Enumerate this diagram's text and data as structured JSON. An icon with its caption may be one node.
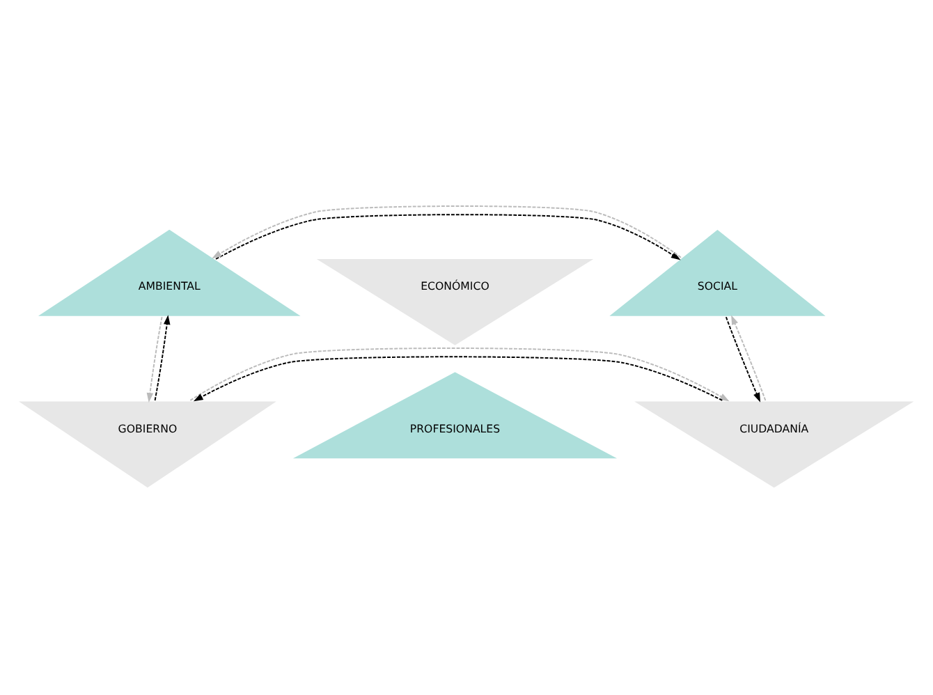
{
  "diagram": {
    "nodes": [
      {
        "text": [
          "ECONÓMICO"
        ]
      },
      {
        "text": [
          "AMBIENTAL"
        ]
      },
      {
        "text": [
          "SOCIAL"
        ]
      },
      {
        "text": [
          "GOBIERNO"
        ]
      },
      {
        "text": [
          "CIUDADANÍA"
        ]
      },
      {
        "text": [
          "PROFESIONALES"
        ]
      }
    ],
    "edges": [
      {
        "from": 1,
        "to": 2,
        "arrow": "to",
        "style": "dashed"
      },
      {
        "from": 2,
        "to": 1,
        "arrow": "to",
        "style": "dashed",
        "color": "#bbbbbb"
      },
      {
        "from": 2,
        "to": 4,
        "arrow": "to",
        "style": "dashed"
      },
      {
        "from": 4,
        "to": 2,
        "arrow": "to",
        "style": "dashed",
        "color": "#bbbbbb"
      },
      {
        "from": 4,
        "to": 3,
        "arrow": "to",
        "style": "dashed"
      },
      {
        "from": 3,
        "to": 4,
        "arrow": "to",
        "style": "dashed",
        "color": "#bbbbbb"
      },
      {
        "from": 3,
        "to": 1,
        "arrow": "to",
        "style": "dashed"
      },
      {
        "from": 1,
        "to": 3,
        "arrow": "to",
        "style": "dashed",
        "color": "#bbbbbb"
      }
    ]
  }
}
